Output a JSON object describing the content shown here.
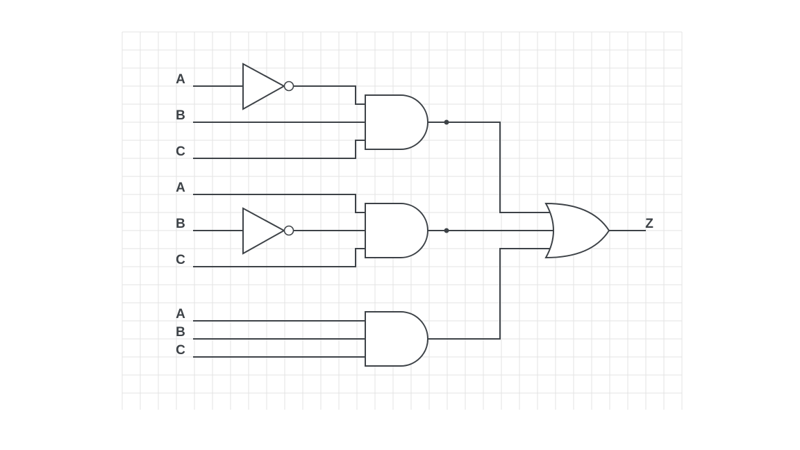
{
  "diagram": {
    "inputs": {
      "g1_a": "A",
      "g1_b": "B",
      "g1_c": "C",
      "g2_a": "A",
      "g2_b": "B",
      "g2_c": "C",
      "g3_a": "A",
      "g3_b": "B",
      "g3_c": "C"
    },
    "output": "Z",
    "gates": [
      {
        "id": "not-a",
        "type": "NOT"
      },
      {
        "id": "and-1",
        "type": "AND"
      },
      {
        "id": "not-b",
        "type": "NOT"
      },
      {
        "id": "and-2",
        "type": "AND"
      },
      {
        "id": "and-3",
        "type": "AND"
      },
      {
        "id": "or-1",
        "type": "OR"
      }
    ],
    "colors": {
      "line": "#3d4247",
      "grid": "#e3e3e3",
      "background": "#ffffff"
    }
  }
}
